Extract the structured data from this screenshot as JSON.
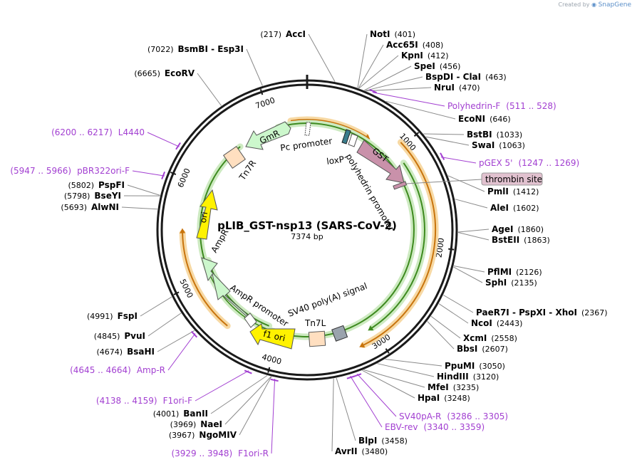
{
  "watermark": {
    "prefix": "Created by",
    "brand": "SnapGene"
  },
  "plasmid": {
    "name": "pLIB_GST-nsp13 (SARS-CoV-2)",
    "size_label": "7374 bp",
    "length": 7374
  },
  "ticks": [
    "1000",
    "2000",
    "3000",
    "4000",
    "5000",
    "6000",
    "7000"
  ],
  "sites": [
    {
      "name": "AccI",
      "pos": "(217)",
      "bp": 217
    },
    {
      "name": "NotI",
      "pos": "(401)",
      "bp": 401
    },
    {
      "name": "Acc65I",
      "pos": "(408)",
      "bp": 408
    },
    {
      "name": "KpnI",
      "pos": "(412)",
      "bp": 412
    },
    {
      "name": "SpeI",
      "pos": "(456)",
      "bp": 456
    },
    {
      "name": "BspDI  -  ClaI",
      "pos": "(463)",
      "bp": 463
    },
    {
      "name": "NruI",
      "pos": "(470)",
      "bp": 470
    },
    {
      "name": "EcoNI",
      "pos": "(646)",
      "bp": 646
    },
    {
      "name": "BstBI",
      "pos": "(1033)",
      "bp": 1033
    },
    {
      "name": "SwaI",
      "pos": "(1063)",
      "bp": 1063
    },
    {
      "name": "PmlI",
      "pos": "(1412)",
      "bp": 1412
    },
    {
      "name": "AleI",
      "pos": "(1602)",
      "bp": 1602
    },
    {
      "name": "AgeI",
      "pos": "(1860)",
      "bp": 1860
    },
    {
      "name": "BstEII",
      "pos": "(1863)",
      "bp": 1863
    },
    {
      "name": "PflMI",
      "pos": "(2126)",
      "bp": 2126
    },
    {
      "name": "SphI",
      "pos": "(2135)",
      "bp": 2135
    },
    {
      "name": "PaeR7I  -  PspXI  -  XhoI",
      "pos": "(2367)",
      "bp": 2367
    },
    {
      "name": "NcoI",
      "pos": "(2443)",
      "bp": 2443
    },
    {
      "name": "XcmI",
      "pos": "(2558)",
      "bp": 2558
    },
    {
      "name": "BbsI",
      "pos": "(2607)",
      "bp": 2607
    },
    {
      "name": "PpuMI",
      "pos": "(3050)",
      "bp": 3050
    },
    {
      "name": "HindIII",
      "pos": "(3120)",
      "bp": 3120
    },
    {
      "name": "MfeI",
      "pos": "(3235)",
      "bp": 3235
    },
    {
      "name": "HpaI",
      "pos": "(3248)",
      "bp": 3248
    },
    {
      "name": "BlpI",
      "pos": "(3458)",
      "bp": 3458
    },
    {
      "name": "AvrII",
      "pos": "(3480)",
      "bp": 3480
    },
    {
      "name": "BanII",
      "pos": "(4001)",
      "bp": 4001
    },
    {
      "name": "NaeI",
      "pos": "(3969)",
      "bp": 3969
    },
    {
      "name": "NgoMIV",
      "pos": "(3967)",
      "bp": 3967
    },
    {
      "name": "FspI",
      "pos": "(4991)",
      "bp": 4991
    },
    {
      "name": "PvuI",
      "pos": "(4845)",
      "bp": 4845
    },
    {
      "name": "BsaHI",
      "pos": "(4674)",
      "bp": 4674
    },
    {
      "name": "AlwNI",
      "pos": "(5693)",
      "bp": 5693
    },
    {
      "name": "BseYI",
      "pos": "(5798)",
      "bp": 5798
    },
    {
      "name": "PspFI",
      "pos": "(5802)",
      "bp": 5802
    },
    {
      "name": "EcoRV",
      "pos": "(6665)",
      "bp": 6665
    },
    {
      "name": "BsmBI  -  Esp3I",
      "pos": "(7022)",
      "bp": 7022
    }
  ],
  "primers": [
    {
      "name": "Polyhedrin-F",
      "range": "(511 .. 528)",
      "bp": 520
    },
    {
      "name": "pGEX 5'",
      "range": "(1247 .. 1269)",
      "bp": 1258
    },
    {
      "name": "SV40pA-R",
      "range": "(3286 .. 3305)",
      "bp": 3295
    },
    {
      "name": "EBV-rev",
      "range": "(3340 .. 3359)",
      "bp": 3350
    },
    {
      "name": "F1ori-R",
      "range": "(3929 .. 3948)",
      "bp": 3938
    },
    {
      "name": "F1ori-F",
      "range": "(4138 .. 4159)",
      "bp": 4148
    },
    {
      "name": "Amp-R",
      "range": "(4645 .. 4664)",
      "bp": 4654
    },
    {
      "name": "pBR322ori-F",
      "range": "(5947 .. 5966)",
      "bp": 5956
    },
    {
      "name": "L4440",
      "range": "(6200 .. 6217)",
      "bp": 6208
    }
  ],
  "features": {
    "gmr": "GmR",
    "pc_promoter": "Pc promoter",
    "loxp": "loxP",
    "polyhedrin_promoter": "polyhedrin promoter",
    "gst": "GST",
    "thrombin_site": "thrombin site",
    "tn7r": "Tn7R",
    "ori": "ori",
    "ampr": "AmpR",
    "ampr_promoter": "AmpR promoter",
    "f1_ori": "f1 ori",
    "sv40_polya": "SV40 poly(A) signal",
    "tn7l": "Tn7L"
  },
  "colors": {
    "backbone": "#1a1a1a",
    "primer": "#a23fd1",
    "orange_arc": "#c8740d",
    "orange_glow": "#f7d9a4",
    "green_arc": "#3d8a1f",
    "green_glow": "#cdeac1",
    "gst": "#c991aa",
    "gmr": "#ccf7cc",
    "ampr": "#ccf7cc",
    "ori": "#fff200",
    "tn7": "#ffdfc0",
    "thrombin": "#e1c1cf",
    "terminator": "#9aa3ad",
    "loxp": "#3a7d8c"
  }
}
